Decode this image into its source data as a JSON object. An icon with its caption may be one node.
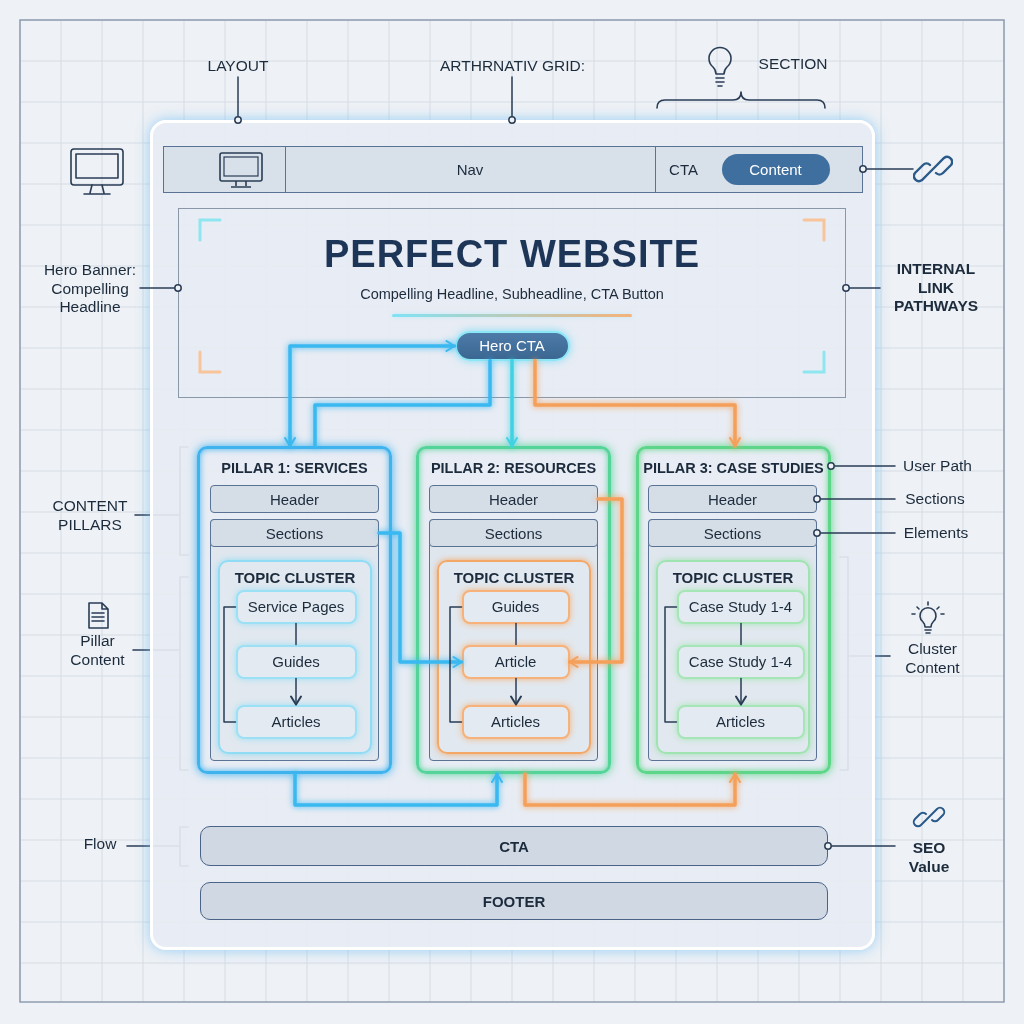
{
  "diagram": {
    "nodes": [
      {
        "text": [],
        "shape": "box"
      },
      {
        "text": [],
        "shape": "bar",
        "in": 0
      },
      {
        "text": [
          "Nav"
        ],
        "in": 1
      },
      {
        "text": [
          "CTA"
        ],
        "in": 1
      },
      {
        "text": [
          "Content"
        ],
        "in": 1
      },
      {
        "text": [
          "PERFECT WEBSITE",
          "Compelling Headline, Subheadline, CTA Button"
        ],
        "in": 0
      },
      {
        "text": [
          "Hero CTA"
        ],
        "in": 5
      },
      {
        "text": [
          "PILLAR 1: SERVICES"
        ],
        "in": 0
      },
      {
        "text": [
          "Header"
        ],
        "in": 7
      },
      {
        "text": [
          "Sections"
        ],
        "in": 7
      },
      {
        "text": [
          "TOPIC CLUSTER"
        ],
        "in": 7
      },
      {
        "text": [
          "Service Pages"
        ],
        "in": 10
      },
      {
        "text": [
          "Guides"
        ],
        "in": 10
      },
      {
        "text": [
          "Articles"
        ],
        "in": 10
      },
      {
        "text": [
          "PILLAR 2: RESOURCES"
        ],
        "in": 0
      },
      {
        "text": [
          "Header"
        ],
        "in": 14
      },
      {
        "text": [
          "Sections"
        ],
        "in": 14
      },
      {
        "text": [
          "TOPIC CLUSTER"
        ],
        "in": 14
      },
      {
        "text": [
          "Guides"
        ],
        "in": 17
      },
      {
        "text": [
          "Article"
        ],
        "in": 17
      },
      {
        "text": [
          "Articles"
        ],
        "in": 17
      },
      {
        "text": [
          "PILLAR 3: CASE STUDIES"
        ],
        "in": 0
      },
      {
        "text": [
          "Header"
        ],
        "in": 21
      },
      {
        "text": [
          "Sections"
        ],
        "in": 21
      },
      {
        "text": [
          "TOPIC CLUSTER"
        ],
        "in": 21
      },
      {
        "text": [
          "Case Study 1-4"
        ],
        "in": 24
      },
      {
        "text": [
          "Case Study 1-4"
        ],
        "in": 24
      },
      {
        "text": [
          "Articles"
        ],
        "in": 24
      },
      {
        "text": [
          "CTA"
        ],
        "in": 0
      },
      {
        "text": [
          "FOOTER"
        ],
        "in": 0
      },
      {
        "text": [
          "LAYOUT"
        ]
      },
      {
        "text": [
          "ARTHRNATIV GRID:"
        ]
      },
      {
        "text": [
          "Hero Banner: Compelling Headline"
        ]
      },
      {
        "text": [
          "INTERNAL LINK PATHWAYS"
        ]
      },
      {
        "text": [],
        "shape": "picture"
      },
      {
        "text": [
          "User Path"
        ]
      },
      {
        "text": [
          "Sections"
        ]
      },
      {
        "text": [
          "Elements"
        ]
      },
      {
        "text": [
          "SEO Value"
        ]
      }
    ],
    "edges": [
      {
        "from": 30,
        "to": 0,
        "arrow": "other"
      },
      {
        "from": 31,
        "to": 0,
        "arrow": "other"
      },
      {
        "from": 32,
        "to": 5,
        "arrow": "other"
      },
      {
        "from": 33,
        "to": 5,
        "arrow": "other"
      },
      {
        "from": 34,
        "to": 1,
        "arrow": "other"
      },
      {
        "from": 35,
        "to": 21,
        "arrow": "other"
      },
      {
        "from": 36,
        "to": 22,
        "arrow": "other"
      },
      {
        "from": 37,
        "to": 23,
        "arrow": "other"
      },
      {
        "from": 38,
        "to": 28,
        "arrow": "other"
      },
      {
        "from": 7,
        "to": 6,
        "arrow": "both",
        "style": "thick",
        "color": "#3ab8f0"
      },
      {
        "from": 6,
        "to": 7,
        "arrow": "none",
        "style": "thick",
        "color": "#3ab8f0"
      },
      {
        "from": 6,
        "to": 14,
        "arrow": "to",
        "style": "thick",
        "color": "#40d2e2"
      },
      {
        "from": 6,
        "to": 21,
        "arrow": "to",
        "style": "thick",
        "color": "#f5a05a"
      },
      {
        "from": 9,
        "to": 19,
        "arrow": "to",
        "style": "thick",
        "color": "#3ab8f0"
      },
      {
        "from": 15,
        "to": 19,
        "arrow": "to",
        "style": "thick",
        "color": "#f5a05a"
      },
      {
        "from": 7,
        "to": 14,
        "arrow": "to",
        "style": "thick",
        "color": "#3ab8f0"
      },
      {
        "from": 14,
        "to": 21,
        "arrow": "to",
        "style": "thick",
        "color": "#f5a05a"
      },
      {
        "from": 11,
        "to": 12,
        "arrow": "none"
      },
      {
        "from": 12,
        "to": 13,
        "arrow": "to"
      },
      {
        "from": 11,
        "to": 13,
        "arrow": "none"
      },
      {
        "from": 18,
        "to": 19,
        "arrow": "none"
      },
      {
        "from": 19,
        "to": 20,
        "arrow": "to"
      },
      {
        "from": 18,
        "to": 20,
        "arrow": "none"
      },
      {
        "from": 25,
        "to": 26,
        "arrow": "none"
      },
      {
        "from": 26,
        "to": 27,
        "arrow": "to"
      },
      {
        "from": 25,
        "to": 27,
        "arrow": "none"
      }
    ],
    "labels": [
      "SECTION",
      "CONTENT PILLARS",
      "Pillar Content",
      "Flow",
      "Cluster Content"
    ]
  }
}
